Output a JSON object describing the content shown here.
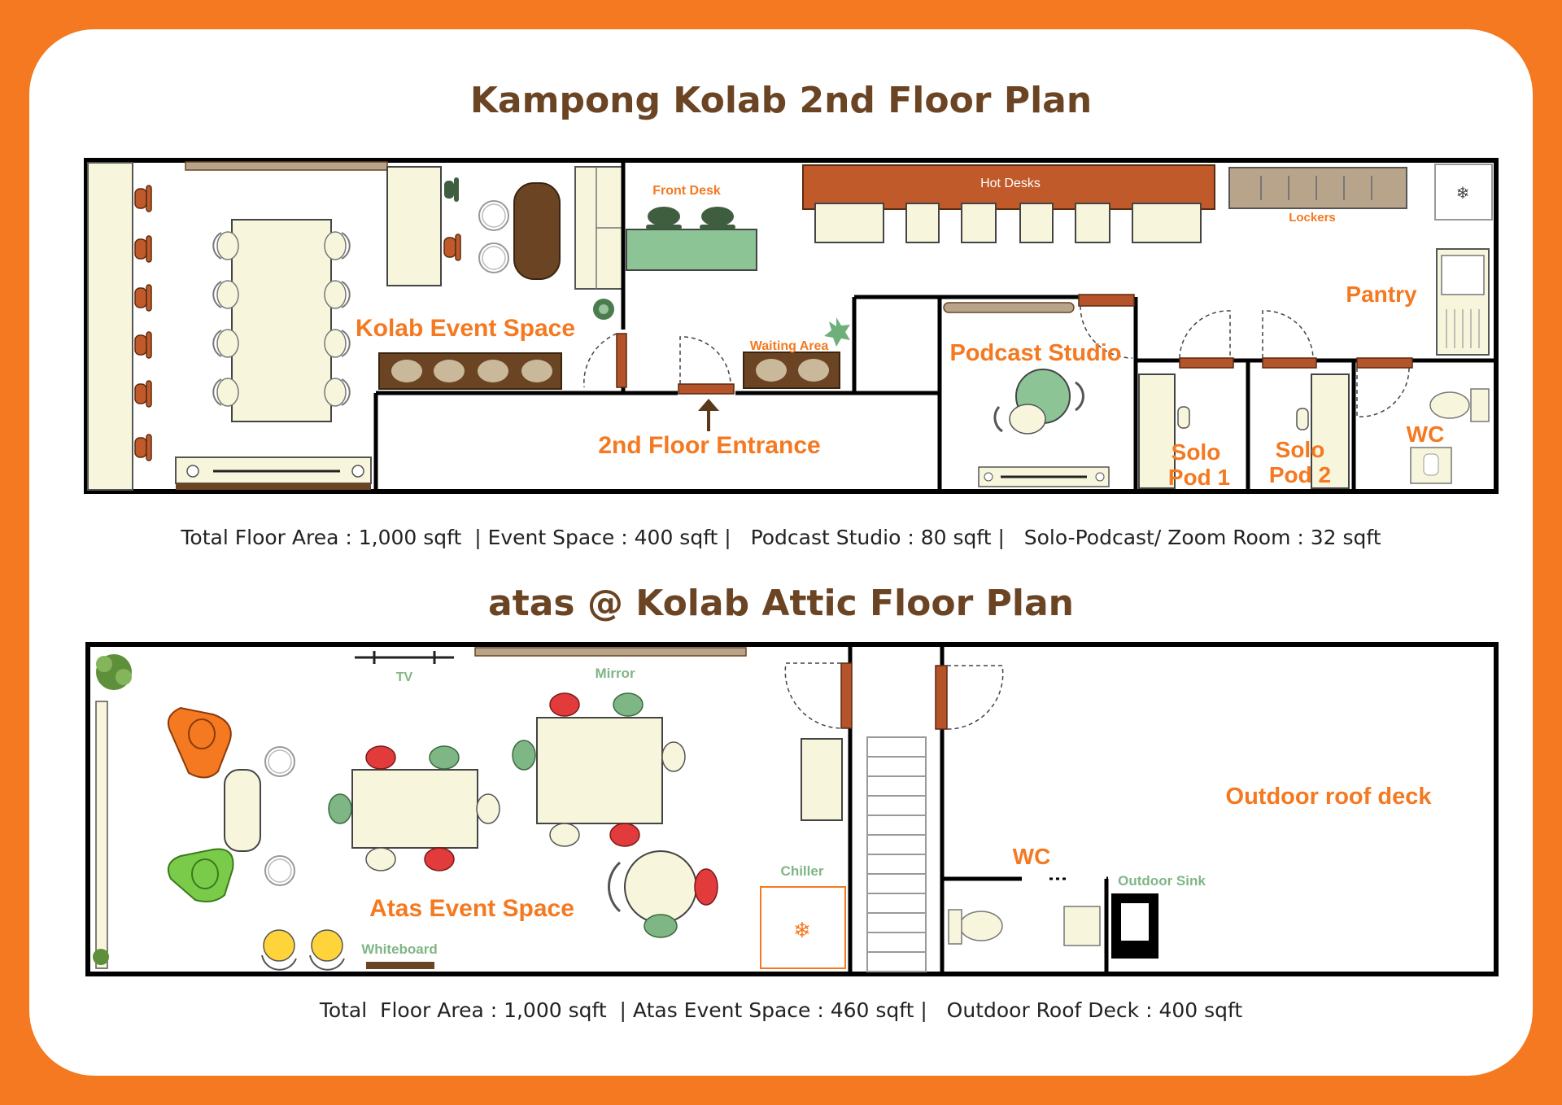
{
  "floor2": {
    "title": "Kampong Kolab 2nd Floor Plan",
    "labels": {
      "front_desk": "Front Desk",
      "hot_desks": "Hot Desks",
      "lockers": "Lockers",
      "pantry": "Pantry",
      "kolab_event_space": "Kolab Event Space",
      "waiting_area": "Waiting Area",
      "podcast_studio": "Podcast Studio",
      "entrance": "2nd Floor Entrance",
      "solo_pod_1_line1": "Solo",
      "solo_pod_1_line2": "Pod 1",
      "solo_pod_2_line1": "Solo",
      "solo_pod_2_line2": "Pod 2",
      "wc": "WC"
    },
    "summary": "Total Floor Area : 1,000 sqft  | Event Space : 400 sqft |   Podcast Studio : 80 sqft |   Solo-Podcast/ Zoom Room : 32 sqft"
  },
  "attic": {
    "title": "atas @ Kolab Attic Floor Plan",
    "labels": {
      "tv": "TV",
      "mirror": "Mirror",
      "chiller": "Chiller",
      "atas_event_space": "Atas Event Space",
      "whiteboard": "Whiteboard",
      "wc": "WC",
      "outdoor_sink": "Outdoor Sink",
      "outdoor_roof_deck": "Outdoor roof deck"
    },
    "summary": "Total  Floor Area : 1,000 sqft  | Atas Event Space : 460 sqft |   Outdoor Roof Deck : 400 sqft"
  },
  "colors": {
    "border_orange": "#F47920",
    "title_brown": "#6B4423",
    "label_orange": "#F47920",
    "label_green": "#7FB685",
    "cream": "#F7F5DC",
    "door_brown": "#B5532A"
  },
  "icons": [
    "snowflake-icon",
    "arrow-up-icon",
    "plant-icon"
  ]
}
